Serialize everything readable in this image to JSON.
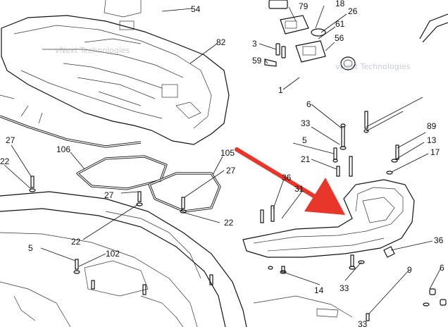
{
  "diagram": {
    "callouts": [
      "54",
      "79",
      "18",
      "26",
      "61",
      "56",
      "82",
      "3",
      "59",
      "1",
      "6",
      "33",
      "5",
      "21",
      "89",
      "13",
      "17",
      "27",
      "22",
      "106",
      "105",
      "27",
      "31",
      "22",
      "27",
      "22",
      "5",
      "102",
      "36",
      "36",
      "14",
      "33",
      "9",
      "6",
      "33"
    ],
    "watermark": "vNext Technologies",
    "arrow_color": "#e8372a"
  }
}
